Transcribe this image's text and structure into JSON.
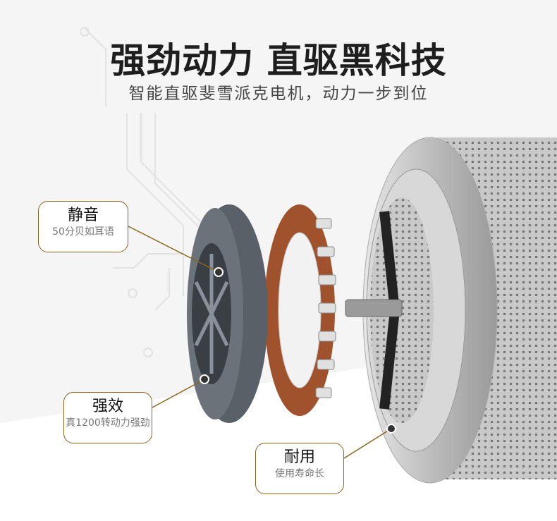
{
  "header": {
    "title": "强劲动力 直驱黑科技",
    "subtitle": "智能直驱斐雪派克电机，动力一步到位"
  },
  "callouts": [
    {
      "title": "静音",
      "desc": "50分贝如耳语"
    },
    {
      "title": "强效",
      "desc": "真1200转动力强劲"
    },
    {
      "title": "耐用",
      "desc": "使用寿命长"
    }
  ],
  "colors": {
    "accent": "#8a6420",
    "background": "#f5f5f5"
  }
}
